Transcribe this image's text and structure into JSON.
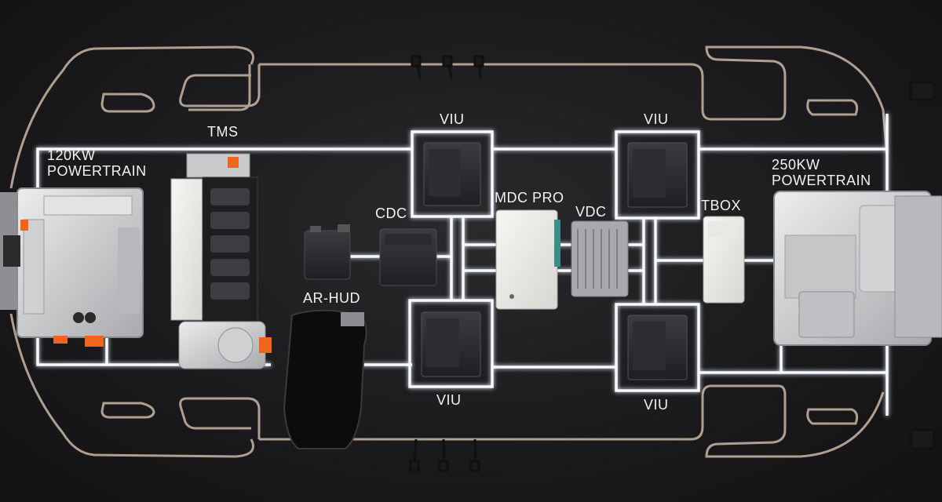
{
  "labels": {
    "powertrain_left_1": "120KW",
    "powertrain_left_2": "POWERTRAIN",
    "tms": "TMS",
    "viu_top_left": "VIU",
    "viu_top_right": "VIU",
    "viu_bottom_left": "VIU",
    "viu_bottom_right": "VIU",
    "cdc": "CDC",
    "mdc_pro": "MDC PRO",
    "vdc": "VDC",
    "tbox": "TBOX",
    "ar_hud": "AR-HUD",
    "powertrain_right_1": "250KW",
    "powertrain_right_2": "POWERTRAIN"
  },
  "colors": {
    "light_line": "#f4f8ff",
    "glow": "#bcd6ff",
    "outline": "#c9b7a6",
    "aluminum": "#d9dadc",
    "module": "#2b2d30",
    "orange_connector": "#f0641e"
  }
}
